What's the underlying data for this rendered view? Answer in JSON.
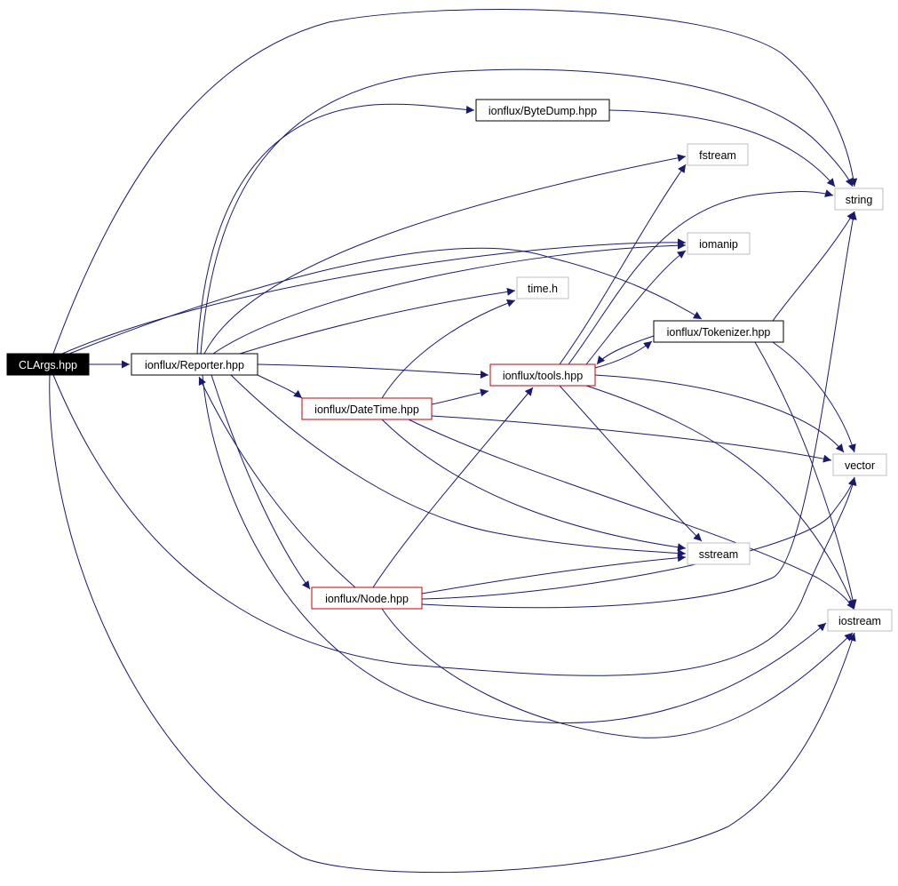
{
  "colors": {
    "edge": "#191970",
    "root_fill": "#000000",
    "root_text": "#ffffff",
    "normal_stroke": "#000000",
    "expandable_stroke": "#cc0000",
    "external_stroke": "#bfbfbf",
    "text": "#000000"
  },
  "nodes": {
    "clargs": "CLArgs.hpp",
    "reporter": "ionflux/Reporter.hpp",
    "bytedump": "ionflux/ByteDump.hpp",
    "fstream": "fstream",
    "string": "string",
    "iomanip": "iomanip",
    "timeh": "time.h",
    "tokenizer": "ionflux/Tokenizer.hpp",
    "tools": "ionflux/tools.hpp",
    "datetime": "ionflux/DateTime.hpp",
    "vector": "vector",
    "sstream": "sstream",
    "node": "ionflux/Node.hpp",
    "iostream": "iostream"
  },
  "edges": [
    [
      "clargs",
      "reporter"
    ],
    [
      "clargs",
      "string"
    ],
    [
      "clargs",
      "iomanip"
    ],
    [
      "clargs",
      "tokenizer"
    ],
    [
      "clargs",
      "vector"
    ],
    [
      "clargs",
      "iostream"
    ],
    [
      "reporter",
      "bytedump"
    ],
    [
      "reporter",
      "string"
    ],
    [
      "reporter",
      "fstream"
    ],
    [
      "reporter",
      "iomanip"
    ],
    [
      "reporter",
      "timeh"
    ],
    [
      "reporter",
      "tools"
    ],
    [
      "reporter",
      "datetime"
    ],
    [
      "reporter",
      "sstream"
    ],
    [
      "reporter",
      "node"
    ],
    [
      "reporter",
      "iostream"
    ],
    [
      "bytedump",
      "string"
    ],
    [
      "datetime",
      "tools"
    ],
    [
      "datetime",
      "timeh"
    ],
    [
      "datetime",
      "vector"
    ],
    [
      "datetime",
      "sstream"
    ],
    [
      "datetime",
      "iostream"
    ],
    [
      "tools",
      "fstream"
    ],
    [
      "tools",
      "string"
    ],
    [
      "tools",
      "iomanip"
    ],
    [
      "tools",
      "tokenizer"
    ],
    [
      "tools",
      "vector"
    ],
    [
      "tools",
      "sstream"
    ],
    [
      "tools",
      "iostream"
    ],
    [
      "tokenizer",
      "tools"
    ],
    [
      "tokenizer",
      "string"
    ],
    [
      "tokenizer",
      "vector"
    ],
    [
      "tokenizer",
      "iostream"
    ],
    [
      "node",
      "reporter"
    ],
    [
      "node",
      "tools"
    ],
    [
      "node",
      "sstream"
    ],
    [
      "node",
      "string"
    ],
    [
      "node",
      "vector"
    ],
    [
      "node",
      "iostream"
    ]
  ]
}
